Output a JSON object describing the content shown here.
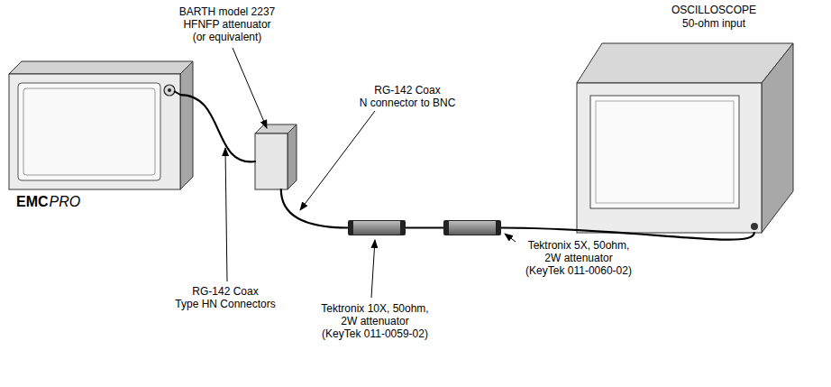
{
  "diagram": {
    "nodes": [
      {
        "text": [
          "EMC",
          "PRO"
        ]
      },
      {
        "text": [
          "BARTH model 2237 HFNFP attenuator (or equivalent)"
        ]
      },
      {
        "text": [
          "Tektronix 10X, 50ohm, 2W attenuator (KeyTek 011-0059-02)"
        ]
      },
      {
        "text": [
          "Tektronix 5X, 50ohm, 2W attenuator (KeyTek 011-0060-02)"
        ]
      },
      {
        "text": [
          "OSCILLOSCOPE",
          "50-ohm input"
        ]
      }
    ],
    "edges": [
      {
        "from": 0,
        "to": 1,
        "arrow": "none"
      },
      {
        "from": 1,
        "to": 2,
        "arrow": "none"
      },
      {
        "from": 2,
        "to": 3,
        "arrow": "none"
      },
      {
        "from": 3,
        "to": 4,
        "arrow": "none"
      }
    ],
    "labels": [
      "RG-142 Coax N connector to BNC",
      "RG-142 Coax Type HN Connectors"
    ]
  }
}
